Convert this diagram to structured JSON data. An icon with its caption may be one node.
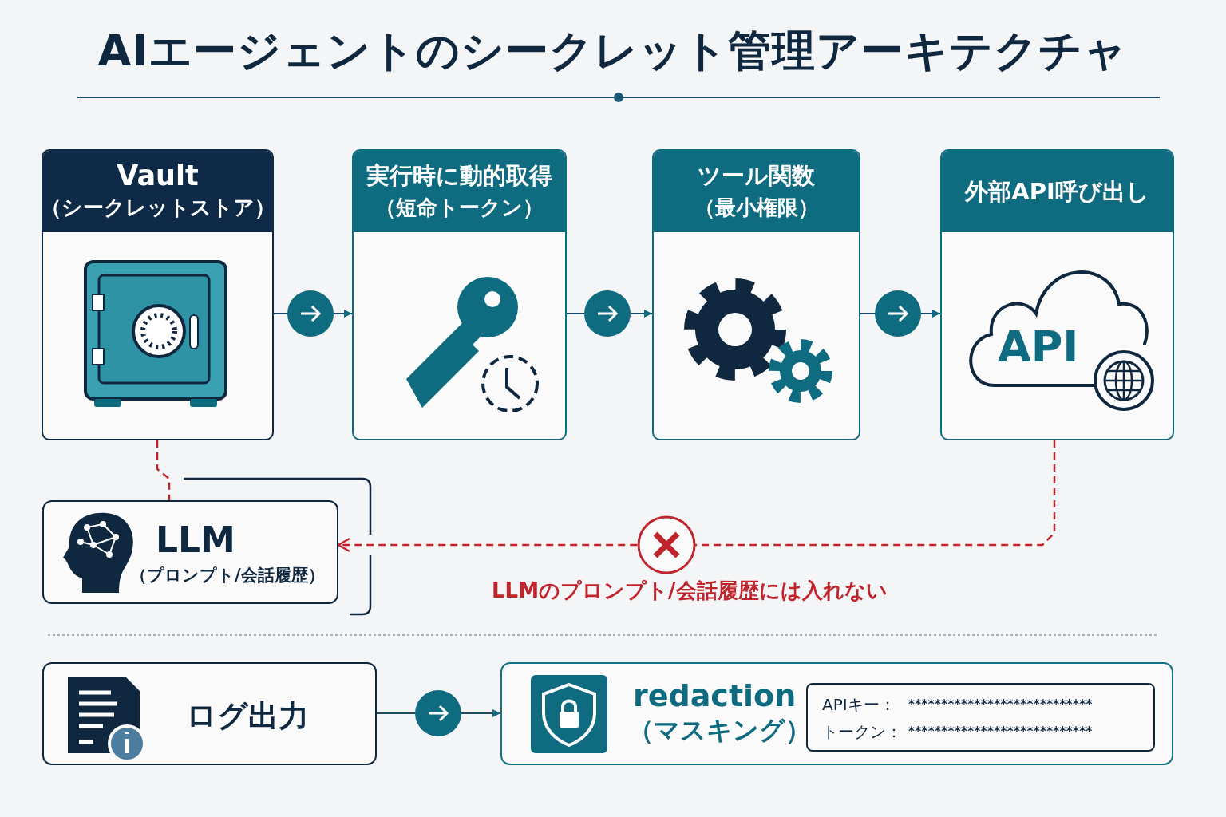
{
  "diagram": {
    "title": "AIエージェントのシークレット管理アーキテクチャ",
    "nodes": [
      {
        "text": [
          "Vault",
          "（シークレットストア）"
        ]
      },
      {
        "text": [
          "実行時に動的取得",
          "（短命トークン）"
        ]
      },
      {
        "text": [
          "ツール関数",
          "（最小権限）"
        ]
      },
      {
        "text": [
          "外部API呼び出し",
          "API"
        ]
      },
      {
        "text": [
          "LLM",
          "（プロンプト/会話履歴）"
        ]
      },
      {
        "text": [
          "ログ出力"
        ]
      },
      {
        "text": [
          "redaction",
          "（マスキング）"
        ]
      },
      {
        "text": [
          "APIキー：",
          "****************************",
          "トークン：",
          "****************************"
        ],
        "in": 6
      }
    ],
    "edges": [
      {
        "from": 0,
        "to": 1,
        "arrow": "to"
      },
      {
        "from": 1,
        "to": 2,
        "arrow": "to"
      },
      {
        "from": 2,
        "to": 3,
        "arrow": "to"
      },
      {
        "from": 3,
        "to": 4,
        "arrow": "to",
        "style": "dashed",
        "color": "#c0252d",
        "label": "LLMのプロンプト/会話履歴には入れない"
      },
      {
        "from": 0,
        "to": 4,
        "arrow": "none",
        "style": "dashed",
        "color": "#c0252d"
      },
      {
        "from": 5,
        "to": 6,
        "arrow": "to"
      }
    ]
  }
}
